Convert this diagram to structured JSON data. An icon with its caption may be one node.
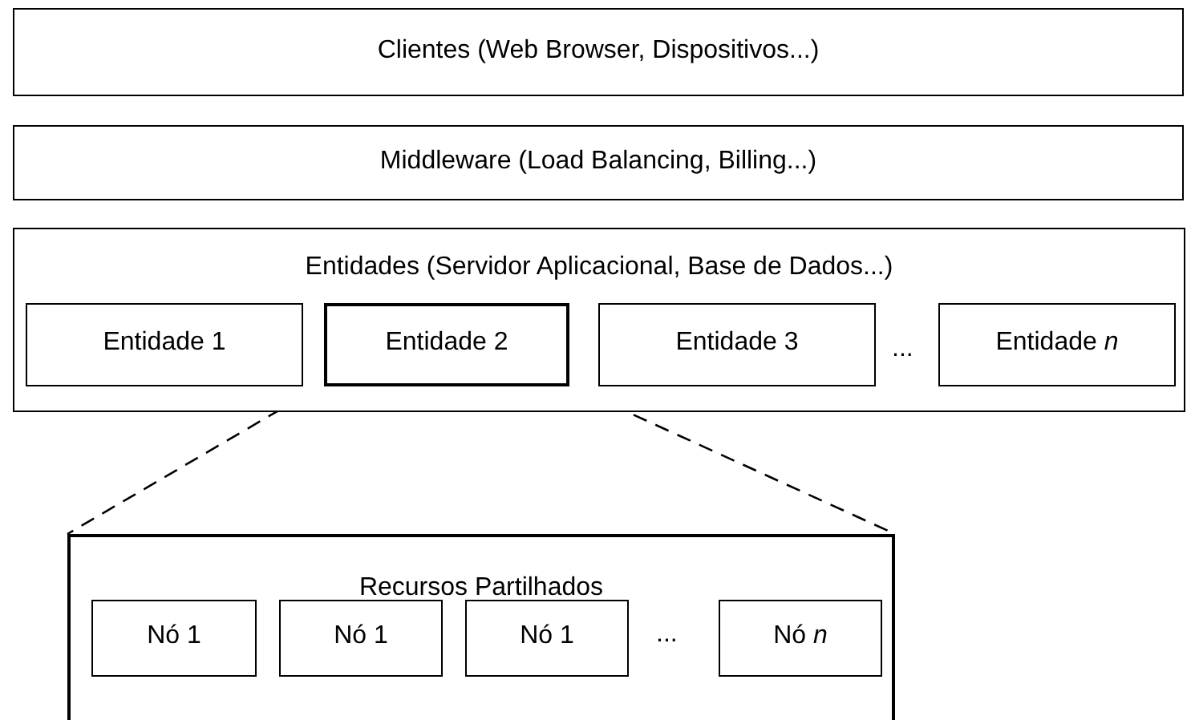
{
  "diagram": {
    "nodes": [
      {
        "text": [
          "Clientes (Web Browser, Dispositivos...)"
        ]
      },
      {
        "text": [
          "Middleware (Load Balancing, Billing...)"
        ]
      },
      {
        "text": [
          "Entidades (Servidor Aplicacional, Base de Dados...)"
        ]
      },
      {
        "text": [
          "Entidade 1"
        ],
        "in": 2
      },
      {
        "text": [
          "Entidade 2"
        ],
        "in": 2
      },
      {
        "text": [
          "Entidade 3"
        ],
        "in": 2
      },
      {
        "text": [
          "Entidade *n*"
        ],
        "in": 2
      },
      {
        "text": [
          "Recursos Partilhados"
        ]
      },
      {
        "text": [
          "Nó 1"
        ],
        "in": 7
      },
      {
        "text": [
          "Nó 1"
        ],
        "in": 7
      },
      {
        "text": [
          "Nó 1"
        ],
        "in": 7
      },
      {
        "text": [
          "Nó *n*"
        ],
        "in": 7
      }
    ],
    "edges": [
      {
        "from": 4,
        "to": 7,
        "arrow": "none",
        "style": "dashed"
      },
      {
        "from": 4,
        "to": 7,
        "arrow": "none",
        "style": "dashed"
      }
    ],
    "labels": [
      "...",
      "..."
    ]
  }
}
